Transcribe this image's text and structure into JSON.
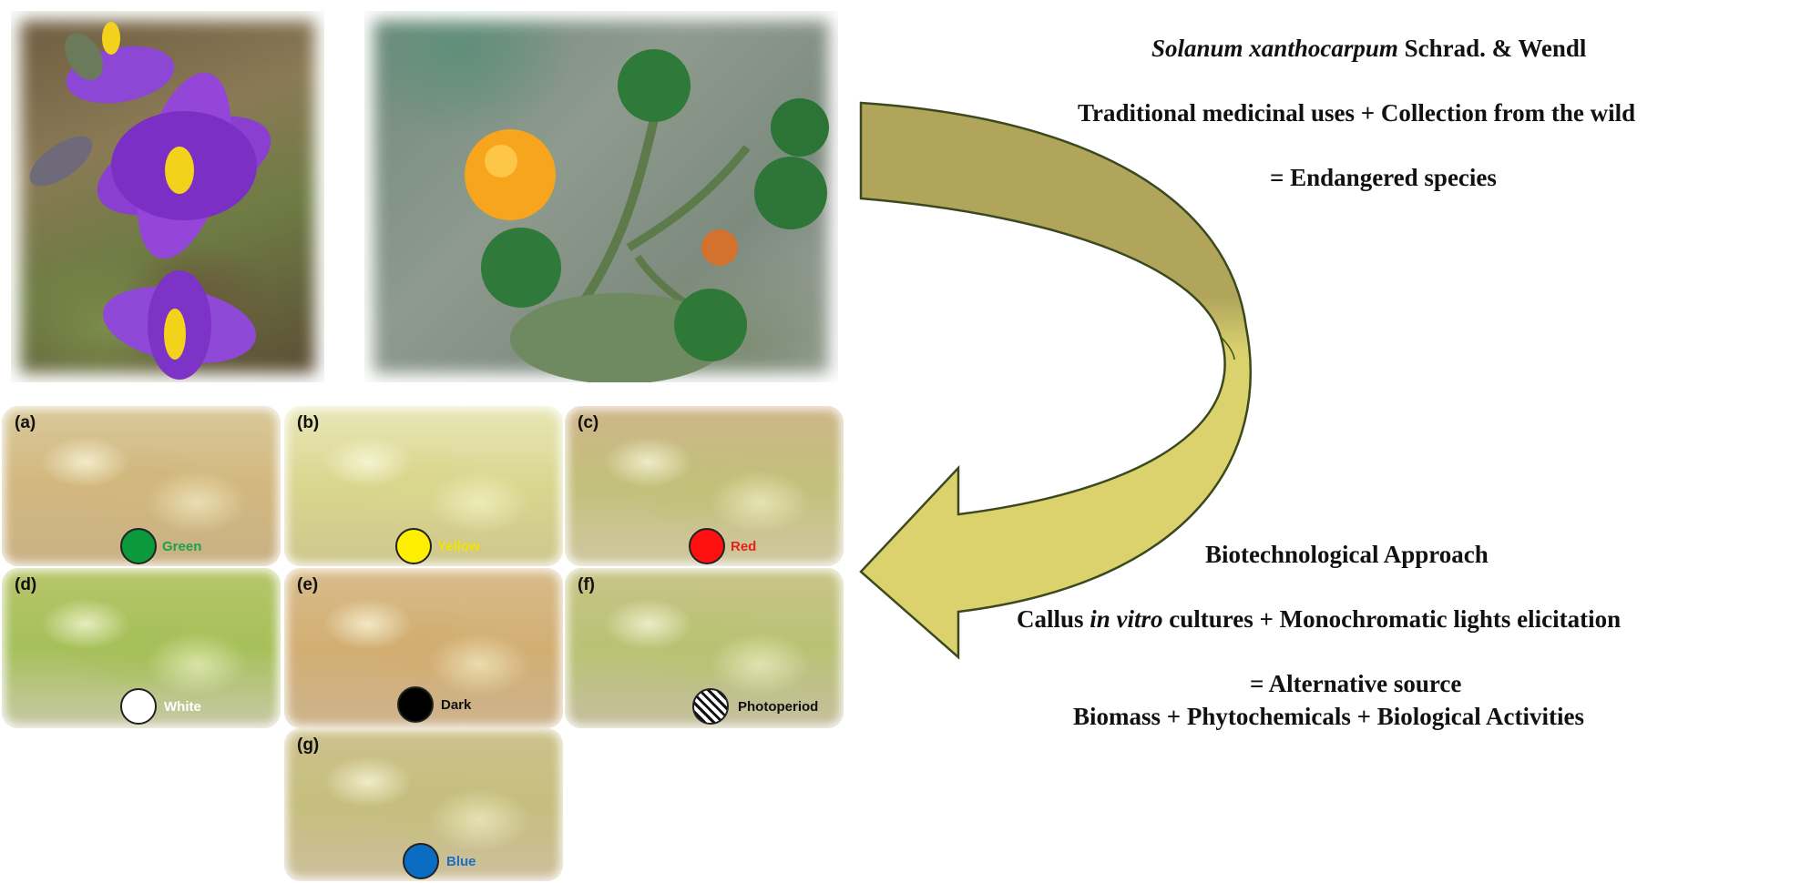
{
  "top_text": {
    "species_italic": "Solanum xanthocarpum",
    "species_rest": " Schrad. & Wendl",
    "line2": "Traditional medicinal uses + Collection from the wild",
    "line3": "= Endangered species"
  },
  "bottom_text": {
    "title": "Biotechnological Approach",
    "line2_pre": "Callus ",
    "line2_italic": "in vitro",
    "line2_post": " cultures + Monochromatic lights elicitation",
    "line3": "= Alternative source",
    "line4": "Biomass + Phytochemicals + Biological Activities"
  },
  "panels": [
    {
      "letter": "(a)",
      "treatment": "Green",
      "dot_color": "#0a9a3c",
      "label_color": "#1aa34a"
    },
    {
      "letter": "(b)",
      "treatment": "Yellow",
      "dot_color": "#ffee00",
      "label_color": "#f2e400"
    },
    {
      "letter": "(c)",
      "treatment": "Red",
      "dot_color": "#ff1010",
      "label_color": "#e8201a"
    },
    {
      "letter": "(d)",
      "treatment": "White",
      "dot_color": "#ffffff",
      "label_color": "#ffffff"
    },
    {
      "letter": "(e)",
      "treatment": "Dark",
      "dot_color": "#000000",
      "label_color": "#111111"
    },
    {
      "letter": "(f)",
      "treatment": "Photoperiod",
      "dot_color": "striped",
      "label_color": "#111111"
    },
    {
      "letter": "(g)",
      "treatment": "Blue",
      "dot_color": "#0b6dc2",
      "label_color": "#1b6fc4"
    }
  ],
  "arrow": {
    "fill_top": "#b1a55c",
    "fill_bottom": "#dbd26e",
    "stroke": "#3b4a1e"
  }
}
